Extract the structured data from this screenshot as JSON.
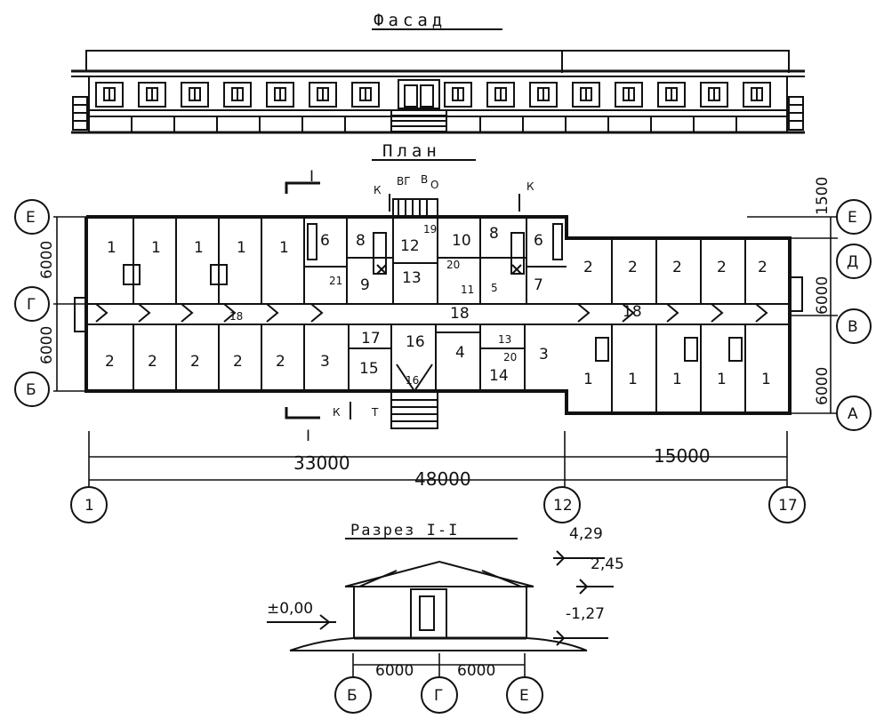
{
  "headings": {
    "facade": "Фасад",
    "plan": "План",
    "section": "Разрез I-I"
  },
  "section_marks": {
    "top": "I",
    "bottom": "I"
  },
  "entrance_labels": {
    "k_top_left": "К",
    "vg": "ВГ",
    "v": "В",
    "o": "О",
    "k_top_right": "К",
    "k_bottom": "К",
    "t": "Т"
  },
  "axes": {
    "left": [
      "Е",
      "Г",
      "Б"
    ],
    "right": [
      "Е",
      "Д",
      "В",
      "А"
    ],
    "bottom": [
      "1",
      "12",
      "17"
    ],
    "section": [
      "Б",
      "Г",
      "Е"
    ]
  },
  "dims": {
    "d6000_left_top": "6000",
    "d6000_left_bot": "6000",
    "d1500_right": "1500",
    "d6000_right_top": "6000",
    "d6000_right_bot": "6000",
    "d33000": "33000",
    "d15000": "15000",
    "d48000": "48000",
    "sec_6000_a": "6000",
    "sec_6000_b": "6000"
  },
  "levels": {
    "ridge": "4,29",
    "eaves": "2,45",
    "floor": "±0,00",
    "ground": "-1,27"
  },
  "rooms": {
    "n1a": "1",
    "n1b": "1",
    "n1c": "1",
    "n1d": "1",
    "n1e": "1",
    "n2a": "2",
    "n2b": "2",
    "n2c": "2",
    "n2d": "2",
    "n2e": "2",
    "n6a": "6",
    "n8a": "8",
    "n21": "21",
    "n9": "9",
    "n12": "12",
    "n19": "19",
    "n13": "13",
    "n10": "10",
    "n20": "20",
    "n11": "11",
    "n8b": "8",
    "n5": "5",
    "n6b": "6",
    "n7": "7",
    "n18a": "18",
    "n18b": "18",
    "n18c": "18",
    "n3a": "3",
    "n17": "17",
    "n16": "16",
    "n15": "15",
    "n4": "4",
    "n13b": "13",
    "n20b": "20",
    "n14": "14",
    "n3b": "3",
    "n16b": "16",
    "r2a": "2",
    "r2b": "2",
    "r2c": "2",
    "r2d": "2",
    "r2e": "2",
    "r1a": "1",
    "r1b": "1",
    "r1c": "1",
    "r1d": "1",
    "r1e": "1"
  }
}
